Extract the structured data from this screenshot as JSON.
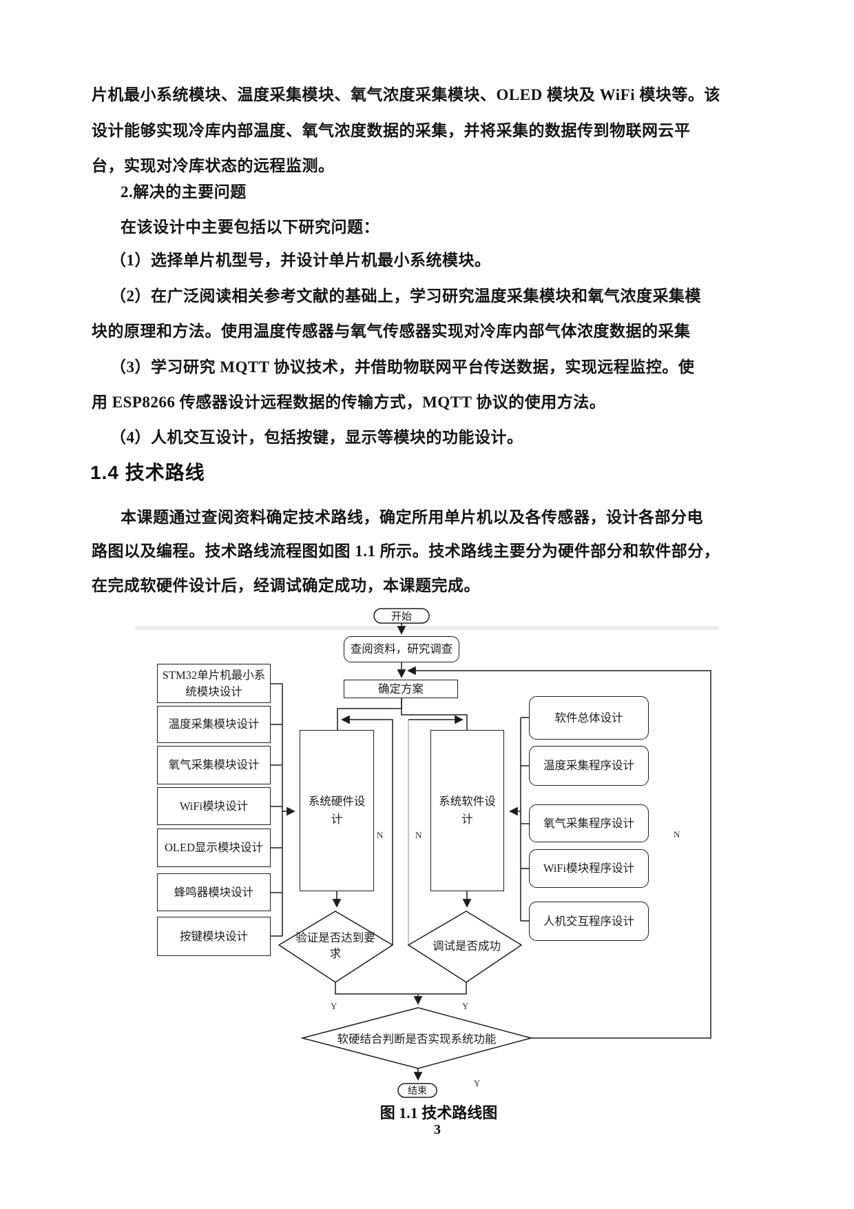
{
  "document": {
    "lines": [
      "片机最小系统模块、温度采集模块、氧气浓度采集模块、OLED 模块及 WiFi 模块等。该",
      "设计能够实现冷库内部温度、氧气浓度数据的采集，并将采集的数据传到物联网云平",
      "台，实现对冷库状态的远程监测。",
      "2.解决的主要问题",
      "在该设计中主要包括以下研究问题：",
      "（1）选择单片机型号，并设计单片机最小系统模块。",
      "（2）在广泛阅读相关参考文献的基础上，学习研究温度采集模块和氧气浓度采集模",
      "块的原理和方法。使用温度传感器与氧气传感器实现对冷库内部气体浓度数据的采集",
      "（3）学习研究 MQTT 协议技术，并借助物联网平台传送数据，实现远程监控。使",
      "用 ESP8266 传感器设计远程数据的传输方式，MQTT 协议的使用方法。",
      "（4）人机交互设计，包括按键，显示等模块的功能设计。",
      "本课题通过查阅资料确定技术路线，确定所用单片机以及各传感器，设计各部分电",
      "路图以及编程。技术路线流程图如图 1.1 所示。技术路线主要分为硬件部分和软件部分，",
      "在完成软硬件设计后，经调试确定成功，本课题完成。"
    ],
    "heading": "1.4 技术路线",
    "caption": "图 1.1 技术路线图",
    "page_number": "3"
  },
  "flowchart": {
    "start": "开始",
    "lookup": "查阅资料，研究调查",
    "plan": "确定方案",
    "hardware": "系统硬件设计",
    "software": "系统软件设计",
    "verify": "验证是否达到要求",
    "debug": "调试是否成功",
    "final_check": "软硬结合判断是否实现系统功能",
    "end": "结束",
    "left_modules": [
      "STM32单片机最小系统模块设计",
      "温度采集模块设计",
      "氧气采集模块设计",
      "WiFi模块设计",
      "OLED显示模块设计",
      "蜂鸣器模块设计",
      "按键模块设计"
    ],
    "right_modules": [
      "软件总体设计",
      "温度采集程序设计",
      "氧气采集程序设计",
      "WiFi模块程序设计",
      "人机交互程序设计"
    ],
    "branch": {
      "yes": "Y",
      "no": "N"
    },
    "line_color": "#1c1c1c",
    "faded_line_color": "#b4b4b4"
  }
}
